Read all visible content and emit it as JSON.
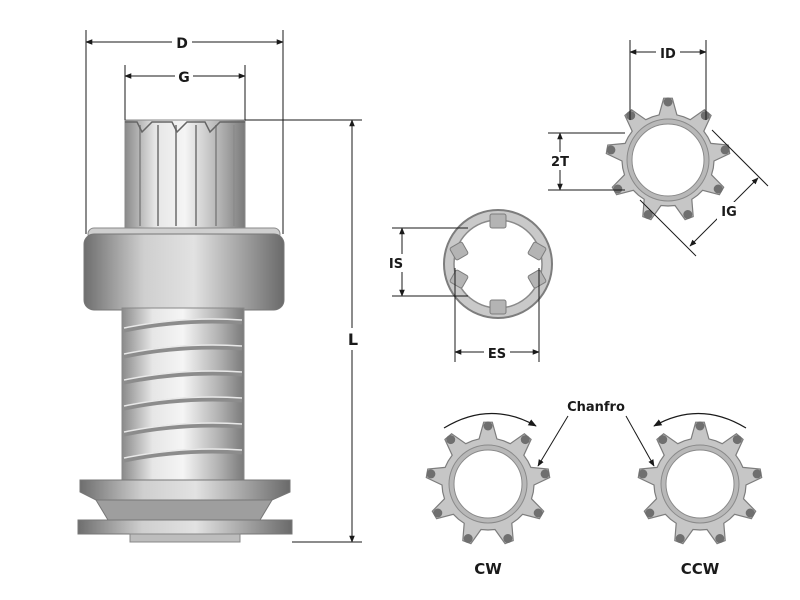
{
  "labels": {
    "d": "D",
    "g": "G",
    "l": "L",
    "is": "IS",
    "es": "ES",
    "id": "ID",
    "two_t": "2T",
    "ig": "IG",
    "chanfro": "Chanfro",
    "cw": "CW",
    "ccw": "CCW"
  },
  "colors": {
    "metal_light": "#f2f2f2",
    "metal_mid": "#bdbdbd",
    "metal_dark": "#7e7e7e",
    "tooth_tip": "#6f6f6f",
    "line": "#1a1a1a"
  }
}
